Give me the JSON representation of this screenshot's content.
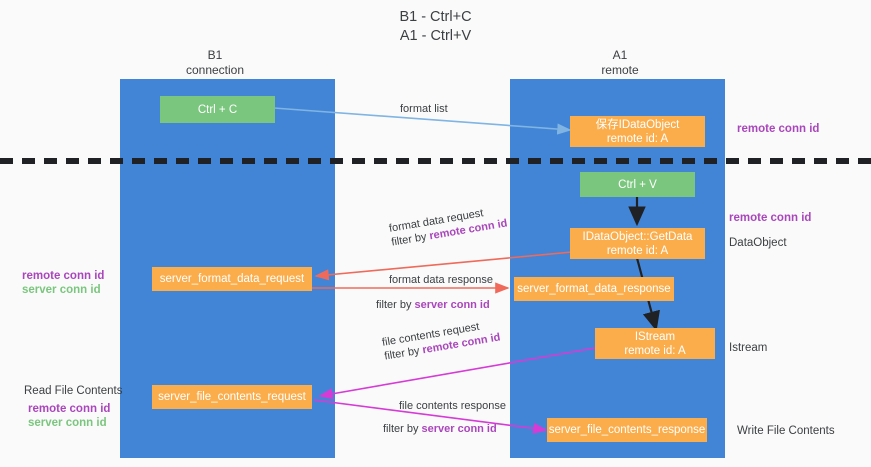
{
  "title": {
    "line1": "B1 - Ctrl+C",
    "line2": "A1 - Ctrl+V"
  },
  "colors": {
    "lane": "#4285d6",
    "green_node": "#7bc67e",
    "orange_node": "#fbad4b",
    "purple_text": "#aa46bc",
    "green_text": "#7bc67e",
    "arrow_blue": "#7fb4e3",
    "arrow_red": "#ef6a5a",
    "arrow_magenta": "#d63bd6",
    "arrow_black": "#202124",
    "background": "#fafafa"
  },
  "columns": [
    {
      "name": "B1",
      "role": "connection"
    },
    {
      "name": "A1",
      "role": "remote"
    }
  ],
  "nodes": {
    "ctrl_c": {
      "line1": "Ctrl + C",
      "line2": ""
    },
    "save_dataobject": {
      "line1": "保存IDataObject",
      "line2": "remote id: A"
    },
    "ctrl_v": {
      "line1": "Ctrl + V",
      "line2": ""
    },
    "getdata": {
      "line1": "IDataObject::GetData",
      "line2": "remote id: A"
    },
    "format_data_request": {
      "line1": "server_format_data_request",
      "line2": ""
    },
    "format_data_response": {
      "line1": "server_format_data_response",
      "line2": ""
    },
    "istream": {
      "line1": "IStream",
      "line2": "remote id: A"
    },
    "file_contents_request": {
      "line1": "server_file_contents_request",
      "line2": ""
    },
    "file_contents_response": {
      "line1": "server_file_contents_response",
      "line2": ""
    }
  },
  "edge_labels": {
    "format_list": "format list",
    "format_data_request": "format data request",
    "format_data_request_filter_prefix": "filter by ",
    "format_data_request_filter_key": "remote conn id",
    "format_data_response": "format data response",
    "format_data_response_filter_prefix": "filter by ",
    "format_data_response_filter_key": "server conn id",
    "file_contents_request": "file contents request",
    "file_contents_request_filter_prefix": "filter by ",
    "file_contents_request_filter_key": "remote conn id",
    "file_contents_response": "file contents response",
    "file_contents_response_filter_prefix": "filter by ",
    "file_contents_response_filter_key": "server conn id"
  },
  "annotations": {
    "right_remote_conn_id_top": "remote conn id",
    "right_remote_conn_id_mid": "remote conn id",
    "right_dataobject": "DataObject",
    "right_istream": "Istream",
    "right_write_file_contents": "Write File Contents",
    "left_remote_conn_id_mid": "remote conn id",
    "left_server_conn_id_mid": "server conn id",
    "left_read_file_contents": "Read File Contents",
    "left_remote_conn_id_bottom": "remote conn id",
    "left_server_conn_id_bottom": "server conn id"
  }
}
